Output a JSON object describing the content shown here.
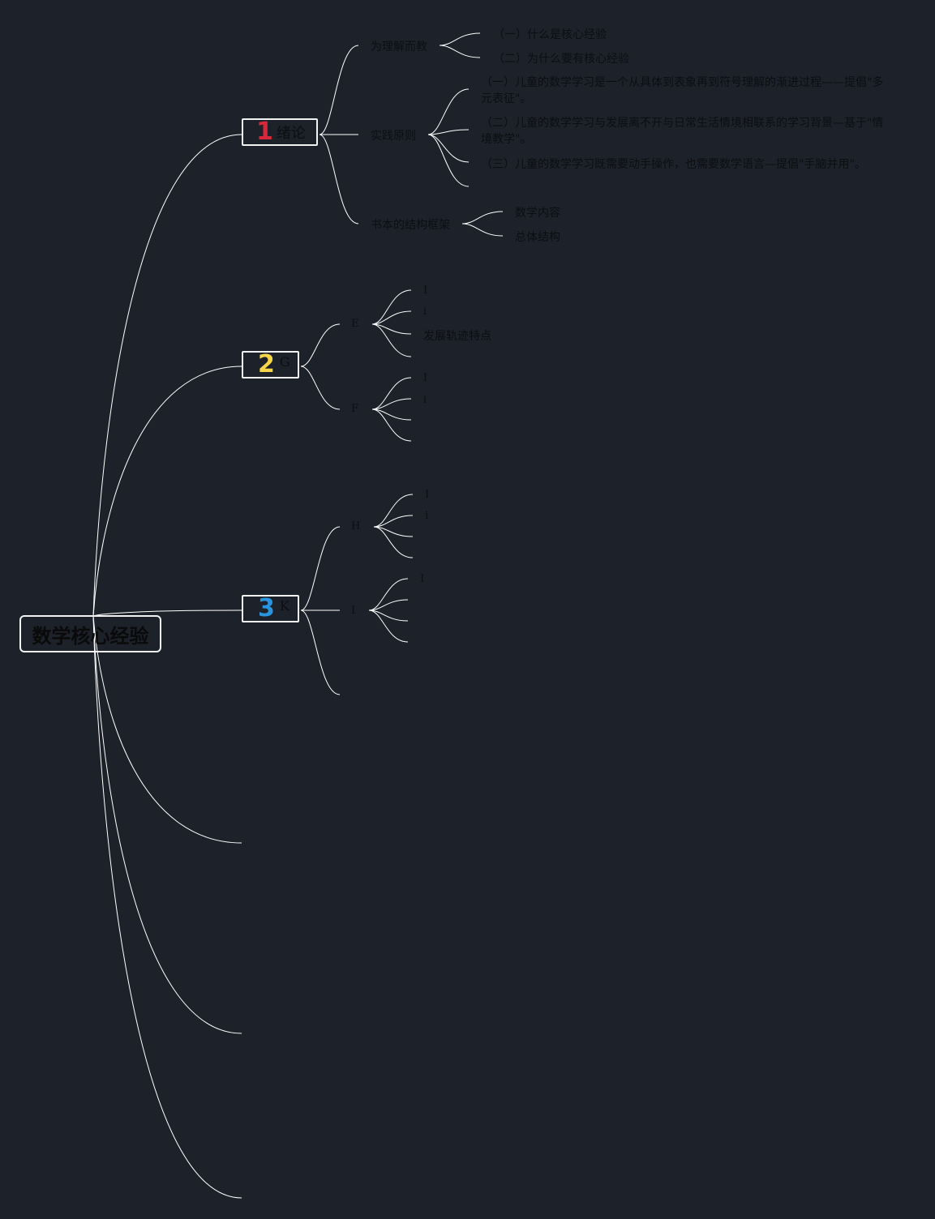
{
  "root": {
    "label": "数学核心经验"
  },
  "topics": [
    {
      "number": "1",
      "number_color": "#d8263a",
      "label": "绪论",
      "children": [
        {
          "label": "为理解而教",
          "children": [
            "（一）什么是核心经验",
            "（二）为什么要有核心经验"
          ]
        },
        {
          "label": "实践原则",
          "children": [
            "（一）儿童的数学学习是一个从具体到表象再到符号理解的渐进过程——提倡\"多元表征\"。",
            "（二）儿童的数学学习与发展离不开与日常生活情境相联系的学习背景—基于\"情境教学\"。",
            "（三）儿童的数学学习既需要动手操作，也需要数学语言—提倡\"手脑并用\"。"
          ]
        },
        {
          "label": "书本的结构框架",
          "children": [
            "数学内容",
            "总体结构"
          ]
        }
      ]
    },
    {
      "number": "2",
      "number_color": "#f5d547",
      "label": "G",
      "children": [
        {
          "label": "E",
          "children": [
            "I",
            "i",
            "发展轨迹特点",
            ""
          ]
        },
        {
          "label": "F",
          "children": [
            "I",
            "i",
            "",
            ""
          ]
        }
      ]
    },
    {
      "number": "3",
      "number_color": "#2a95de",
      "label": "K",
      "children": [
        {
          "label": "H",
          "children": [
            "I",
            "i",
            "",
            ""
          ]
        },
        {
          "label": "I",
          "children": [
            "I",
            "",
            "",
            ""
          ]
        },
        {
          "label": "",
          "children": []
        }
      ]
    },
    {
      "number": "",
      "label": "",
      "children": []
    },
    {
      "number": "",
      "label": "",
      "children": []
    },
    {
      "number": "",
      "label": "",
      "children": []
    }
  ]
}
